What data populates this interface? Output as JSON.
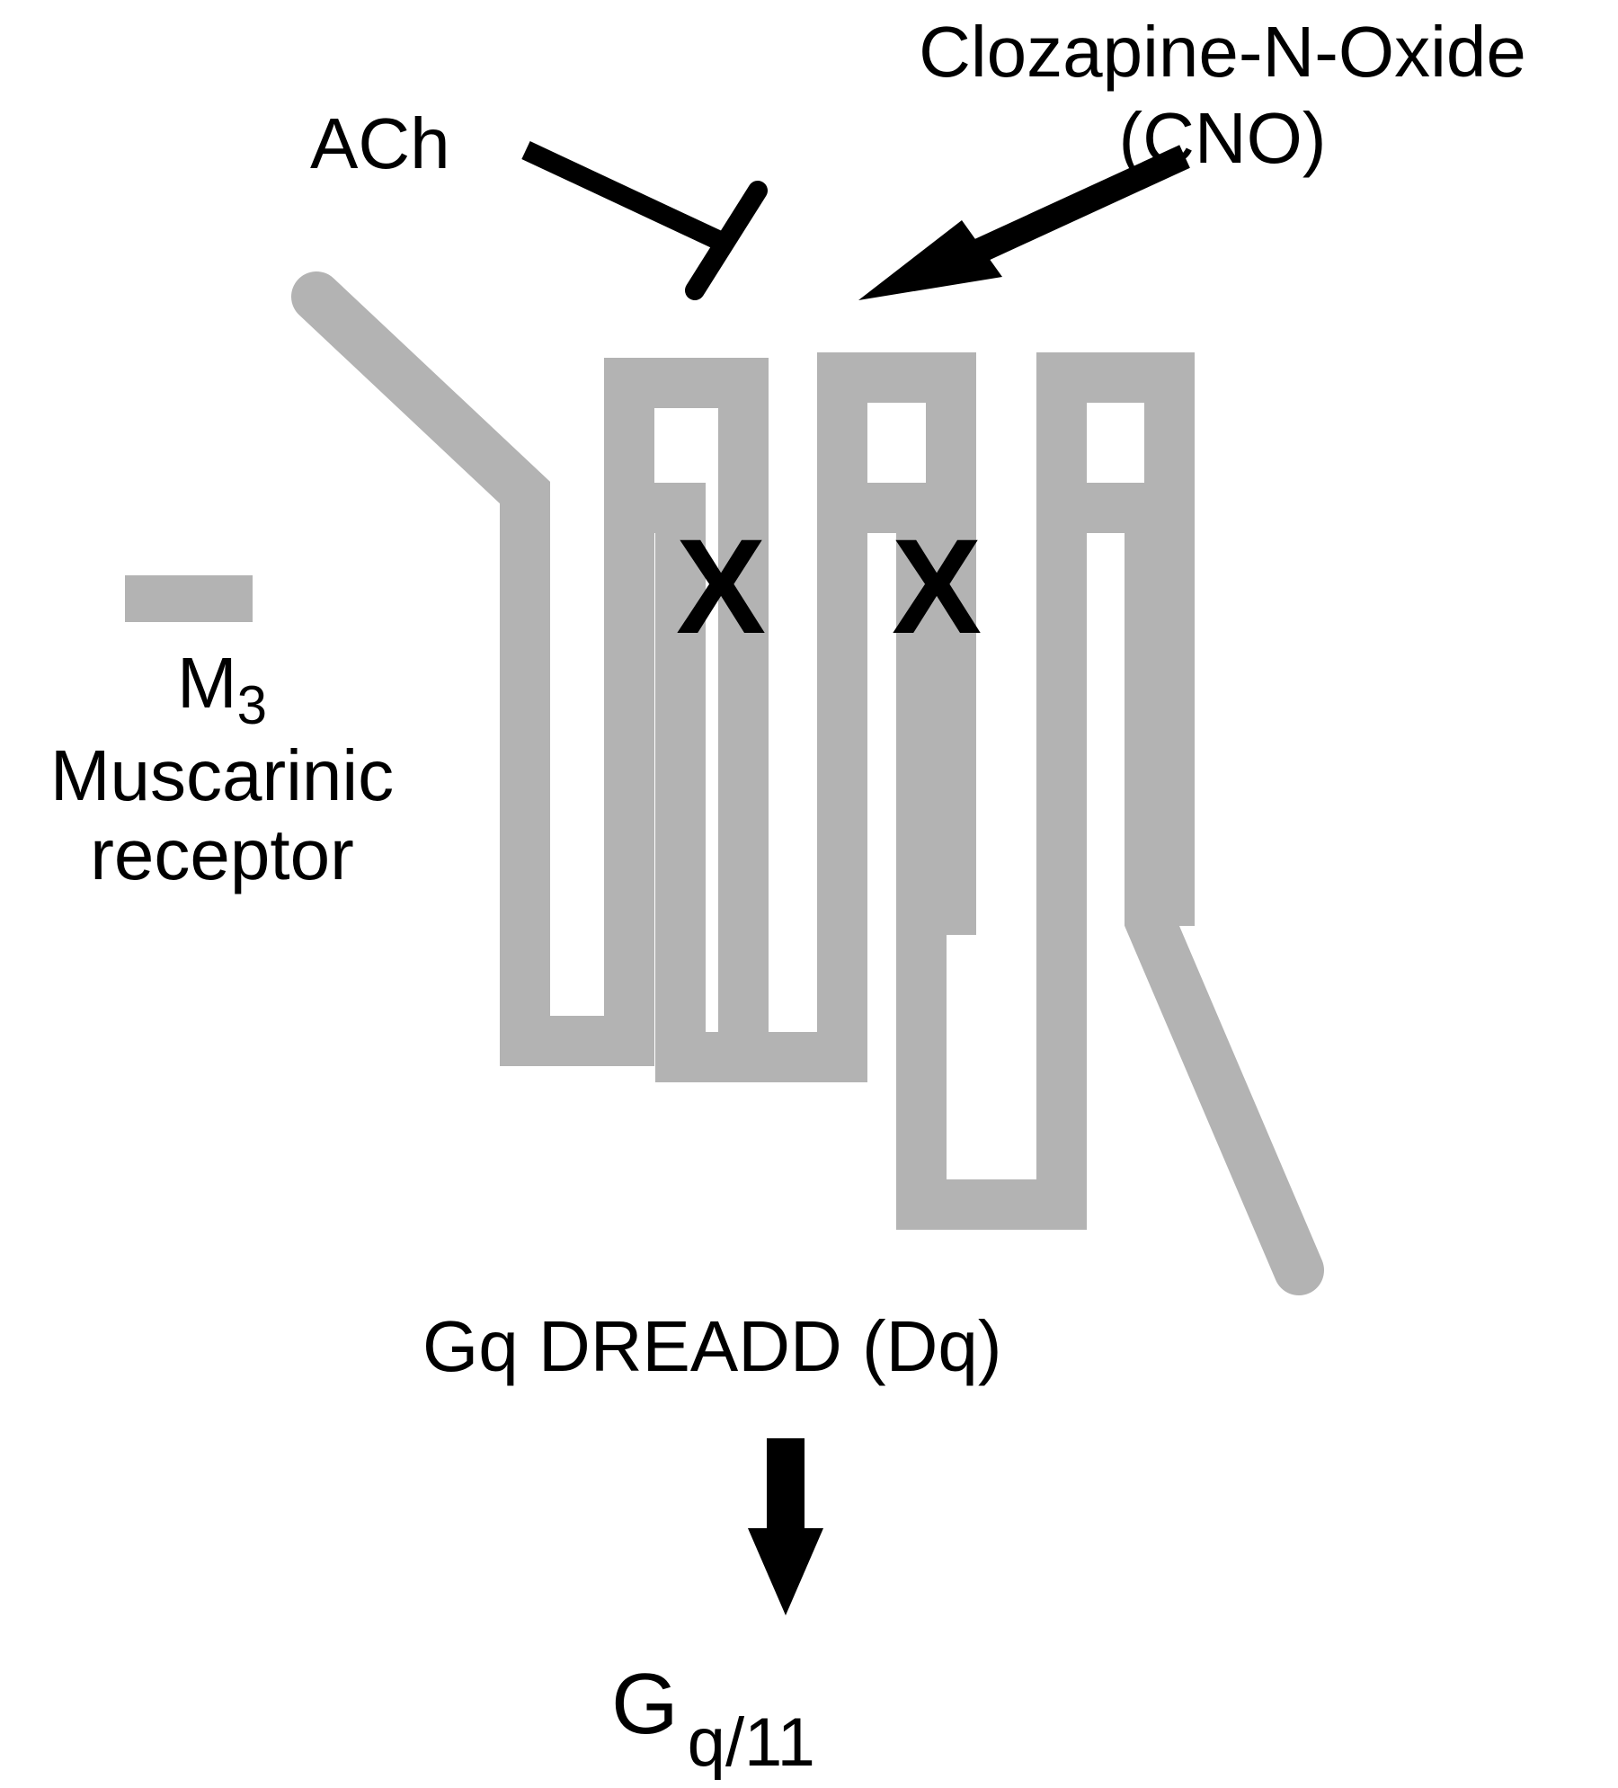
{
  "labels": {
    "cno_line1": "Clozapine-N-Oxide",
    "cno_line2": "(CNO)",
    "ach": "ACh",
    "legend_m": "M",
    "legend_m_sub": "3",
    "legend_line2": "Muscarinic",
    "legend_line3": "receptor",
    "dreadd": "Gq DREADD (Dq)",
    "g_main": "G",
    "g_sub": "q/11"
  },
  "mutation_marks": [
    "X",
    "X"
  ],
  "colors": {
    "receptor": "#b3b3b3",
    "arrows": "#000000",
    "text": "#000000"
  }
}
